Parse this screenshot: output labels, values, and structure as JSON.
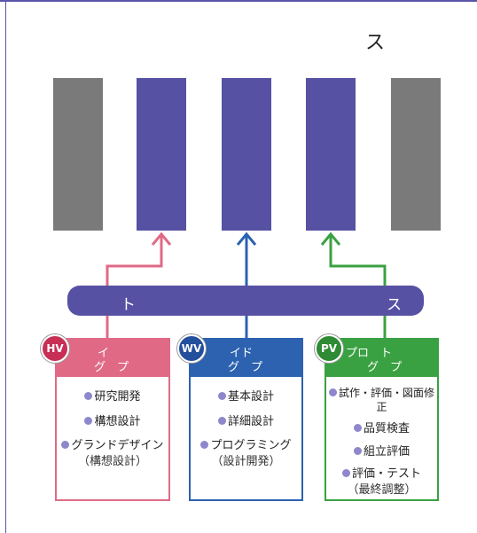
{
  "header": {
    "text": "ス"
  },
  "bus": {
    "left_text": "ト",
    "right_text": "ス"
  },
  "colors": {
    "purple": "#5651a3",
    "gray": "#7a7a7a",
    "pink": "#e06a86",
    "blue": "#2c62b0",
    "green": "#3aa142"
  },
  "groups": [
    {
      "badge": "HV",
      "title_line1": "イ",
      "title_line2": "グ　プ",
      "items": [
        "研究開発",
        "構想設計",
        "グランドデザイン"
      ],
      "note": "（構想設計）"
    },
    {
      "badge": "WV",
      "title_line1": "イド",
      "title_line2": "グ　プ",
      "items": [
        "基本設計",
        "詳細設計",
        "プログラミング"
      ],
      "note": "（設計開発）"
    },
    {
      "badge": "PV",
      "title_line1": "プロ　ト",
      "title_line2": "グ　プ",
      "items": [
        "試作・評価・図面修正",
        "品質検査",
        "組立評価",
        "評価・テスト"
      ],
      "note": "（最終調整）"
    }
  ]
}
